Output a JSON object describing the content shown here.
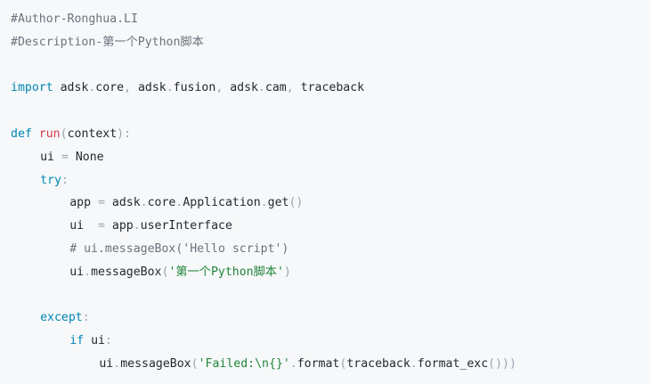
{
  "code": {
    "colors": {
      "background": "#f6f8fa",
      "comment": "#6a737d",
      "keyword": "#0086b3",
      "function_name": "#d73a49",
      "string": "#22863a",
      "operator": "#9aa3ad",
      "plain": "#24292e"
    },
    "lines": [
      {
        "indent": 0,
        "tokens": [
          {
            "t": "#Author-Ronghua.LI",
            "c": "comment"
          }
        ]
      },
      {
        "indent": 0,
        "tokens": [
          {
            "t": "#Description-第一个Python脚本",
            "c": "comment"
          }
        ]
      },
      {
        "indent": 0,
        "tokens": []
      },
      {
        "indent": 0,
        "tokens": [
          {
            "t": "import",
            "c": "kw"
          },
          {
            "t": " adsk",
            "c": "plain"
          },
          {
            "t": ".",
            "c": "op"
          },
          {
            "t": "core",
            "c": "plain"
          },
          {
            "t": ", ",
            "c": "op"
          },
          {
            "t": "adsk",
            "c": "plain"
          },
          {
            "t": ".",
            "c": "op"
          },
          {
            "t": "fusion",
            "c": "plain"
          },
          {
            "t": ", ",
            "c": "op"
          },
          {
            "t": "adsk",
            "c": "plain"
          },
          {
            "t": ".",
            "c": "op"
          },
          {
            "t": "cam",
            "c": "plain"
          },
          {
            "t": ", ",
            "c": "op"
          },
          {
            "t": "traceback",
            "c": "plain"
          }
        ]
      },
      {
        "indent": 0,
        "tokens": []
      },
      {
        "indent": 0,
        "tokens": [
          {
            "t": "def",
            "c": "kw"
          },
          {
            "t": " ",
            "c": "plain"
          },
          {
            "t": "run",
            "c": "fn"
          },
          {
            "t": "(",
            "c": "op"
          },
          {
            "t": "context",
            "c": "plain"
          },
          {
            "t": "):",
            "c": "op"
          }
        ]
      },
      {
        "indent": 4,
        "tokens": [
          {
            "t": "ui",
            "c": "plain"
          },
          {
            "t": " = ",
            "c": "op"
          },
          {
            "t": "None",
            "c": "plain"
          }
        ]
      },
      {
        "indent": 4,
        "tokens": [
          {
            "t": "try",
            "c": "kw"
          },
          {
            "t": ":",
            "c": "op"
          }
        ]
      },
      {
        "indent": 8,
        "tokens": [
          {
            "t": "app",
            "c": "plain"
          },
          {
            "t": " = ",
            "c": "op"
          },
          {
            "t": "adsk",
            "c": "plain"
          },
          {
            "t": ".",
            "c": "op"
          },
          {
            "t": "core",
            "c": "plain"
          },
          {
            "t": ".",
            "c": "op"
          },
          {
            "t": "Application",
            "c": "plain"
          },
          {
            "t": ".",
            "c": "op"
          },
          {
            "t": "get",
            "c": "plain"
          },
          {
            "t": "()",
            "c": "op"
          }
        ]
      },
      {
        "indent": 8,
        "tokens": [
          {
            "t": "ui",
            "c": "plain"
          },
          {
            "t": "  = ",
            "c": "op"
          },
          {
            "t": "app",
            "c": "plain"
          },
          {
            "t": ".",
            "c": "op"
          },
          {
            "t": "userInterface",
            "c": "plain"
          }
        ]
      },
      {
        "indent": 8,
        "tokens": [
          {
            "t": "# ui.messageBox('Hello script')",
            "c": "comment"
          }
        ]
      },
      {
        "indent": 8,
        "tokens": [
          {
            "t": "ui",
            "c": "plain"
          },
          {
            "t": ".",
            "c": "op"
          },
          {
            "t": "messageBox",
            "c": "plain"
          },
          {
            "t": "(",
            "c": "op"
          },
          {
            "t": "'第一个Python脚本'",
            "c": "str"
          },
          {
            "t": ")",
            "c": "op"
          }
        ]
      },
      {
        "indent": 0,
        "tokens": []
      },
      {
        "indent": 4,
        "tokens": [
          {
            "t": "except",
            "c": "kw"
          },
          {
            "t": ":",
            "c": "op"
          }
        ]
      },
      {
        "indent": 8,
        "tokens": [
          {
            "t": "if",
            "c": "kw"
          },
          {
            "t": " ui",
            "c": "plain"
          },
          {
            "t": ":",
            "c": "op"
          }
        ]
      },
      {
        "indent": 12,
        "tokens": [
          {
            "t": "ui",
            "c": "plain"
          },
          {
            "t": ".",
            "c": "op"
          },
          {
            "t": "messageBox",
            "c": "plain"
          },
          {
            "t": "(",
            "c": "op"
          },
          {
            "t": "'Failed:\\n{}'",
            "c": "str"
          },
          {
            "t": ".",
            "c": "op"
          },
          {
            "t": "format",
            "c": "plain"
          },
          {
            "t": "(",
            "c": "op"
          },
          {
            "t": "traceback",
            "c": "plain"
          },
          {
            "t": ".",
            "c": "op"
          },
          {
            "t": "format_exc",
            "c": "plain"
          },
          {
            "t": "()))",
            "c": "op"
          }
        ]
      }
    ]
  }
}
